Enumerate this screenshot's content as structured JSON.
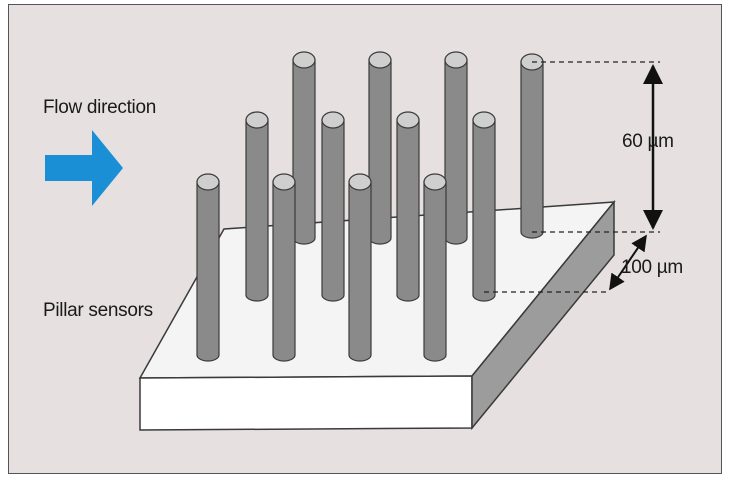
{
  "labels": {
    "flow": "Flow direction",
    "pillars": "Pillar sensors",
    "height": "60 µm",
    "spacing": "100 µm"
  },
  "colors": {
    "background": "#e7e0e0",
    "arrow": "#1b8fd6",
    "pillar": "#8a8a8a",
    "pillar_top": "#cfcfcf",
    "platform_top": "#f4f4f4",
    "platform_front": "#ffffff",
    "platform_side": "#9c9c9c",
    "stroke": "#3a3a3a"
  },
  "icons": {
    "flow_arrow": "arrow-right-icon",
    "dimension_arrow": "double-arrow-icon"
  }
}
